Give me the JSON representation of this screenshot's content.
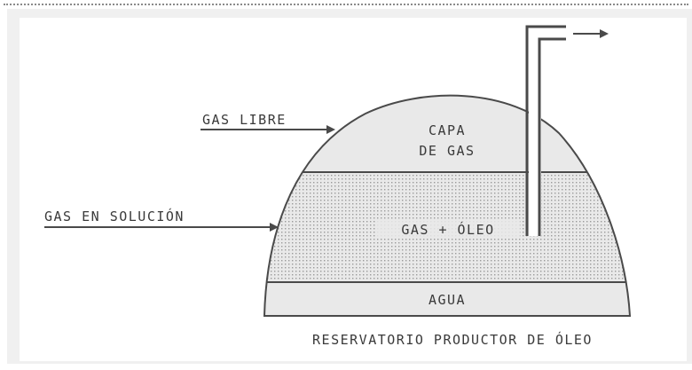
{
  "diagram": {
    "labels": {
      "gas_libre": "GAS LIBRE",
      "capa_line1": "CAPA",
      "capa_line2": "DE GAS",
      "gas_en_solucion": "GAS EN SOLUCIÓN",
      "gas_oleo": "GAS + ÓLEO",
      "agua": "AGUA",
      "caption": "RESERVATORIO PRODUCTOR DE ÓLEO"
    },
    "colors": {
      "outline": "#4a4a4a",
      "dome_fill": "#e9e9e9",
      "dots": "#9a9a9a",
      "panel": "#f0f0f0"
    }
  }
}
